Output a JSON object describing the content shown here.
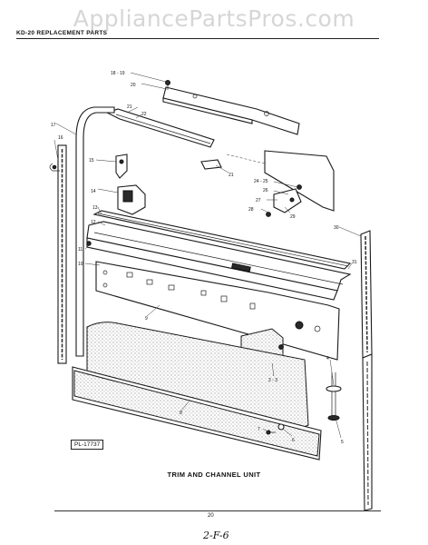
{
  "watermark": "AppliancePartsPros.com",
  "header": "KD-20 REPLACEMENT PARTS",
  "plate_id": "PL-17737",
  "caption": "TRIM AND CHANNEL UNIT",
  "page_number": "20",
  "handwritten_note": "2-F-6",
  "callouts": {
    "c18_19": "18 - 19",
    "c20": "20",
    "c21a": "21",
    "c22": "22",
    "c17": "17",
    "c16": "16",
    "c15": "15",
    "c21b": "21",
    "c24_25": "24 - 25",
    "c26": "26",
    "c27": "27",
    "c28": "28",
    "c29": "29",
    "c14": "14",
    "c13": "13",
    "c12": "12",
    "c11": "11",
    "c10": "10",
    "c30": "30",
    "c31": "31",
    "c9": "9",
    "c2_3": "2 - 3",
    "c4": "4",
    "c8": "8",
    "c7": "7",
    "c6": "6",
    "c5": "5"
  }
}
